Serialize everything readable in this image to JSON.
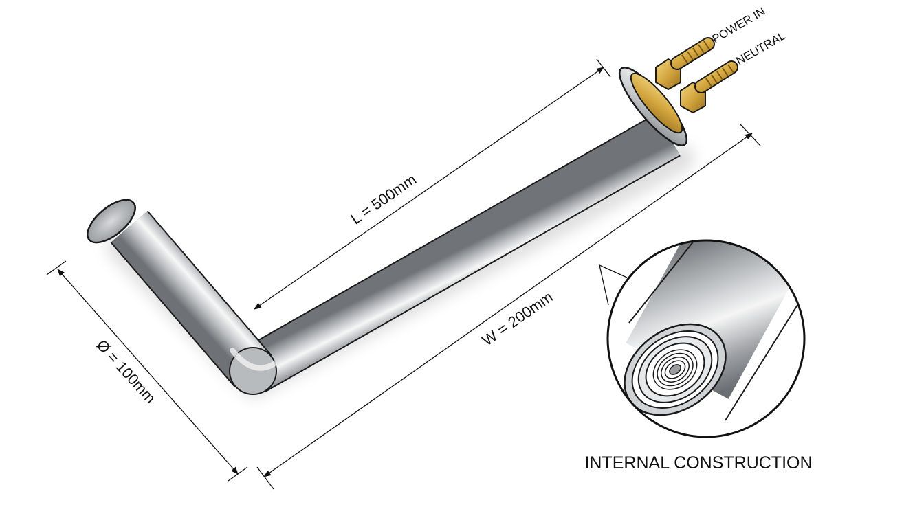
{
  "dimensions": {
    "length_label": "L = 500mm",
    "width_label": "W = 200mm",
    "diameter_label": "Ø = 100mm"
  },
  "terminals": {
    "power_label": "POWER IN",
    "neutral_label": "NEUTRAL"
  },
  "detail": {
    "caption": "INTERNAL CONSTRUCTION"
  },
  "colors": {
    "tube_light": "#f4f4f4",
    "tube_mid": "#bfc2c5",
    "tube_dark": "#6e7276",
    "brass_light": "#f1d27a",
    "brass_dark": "#a77b22",
    "outline": "#1a1a1a"
  }
}
